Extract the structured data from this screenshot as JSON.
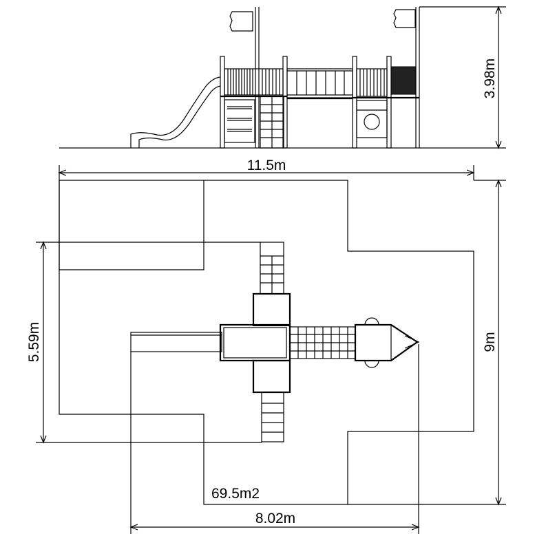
{
  "dimensions": {
    "front_height": "3.98m",
    "overall_width": "11.5m",
    "plan_depth": "9m",
    "tower_span": "5.59m",
    "structure_length": "8.02m"
  },
  "area_label": "69.5m2"
}
